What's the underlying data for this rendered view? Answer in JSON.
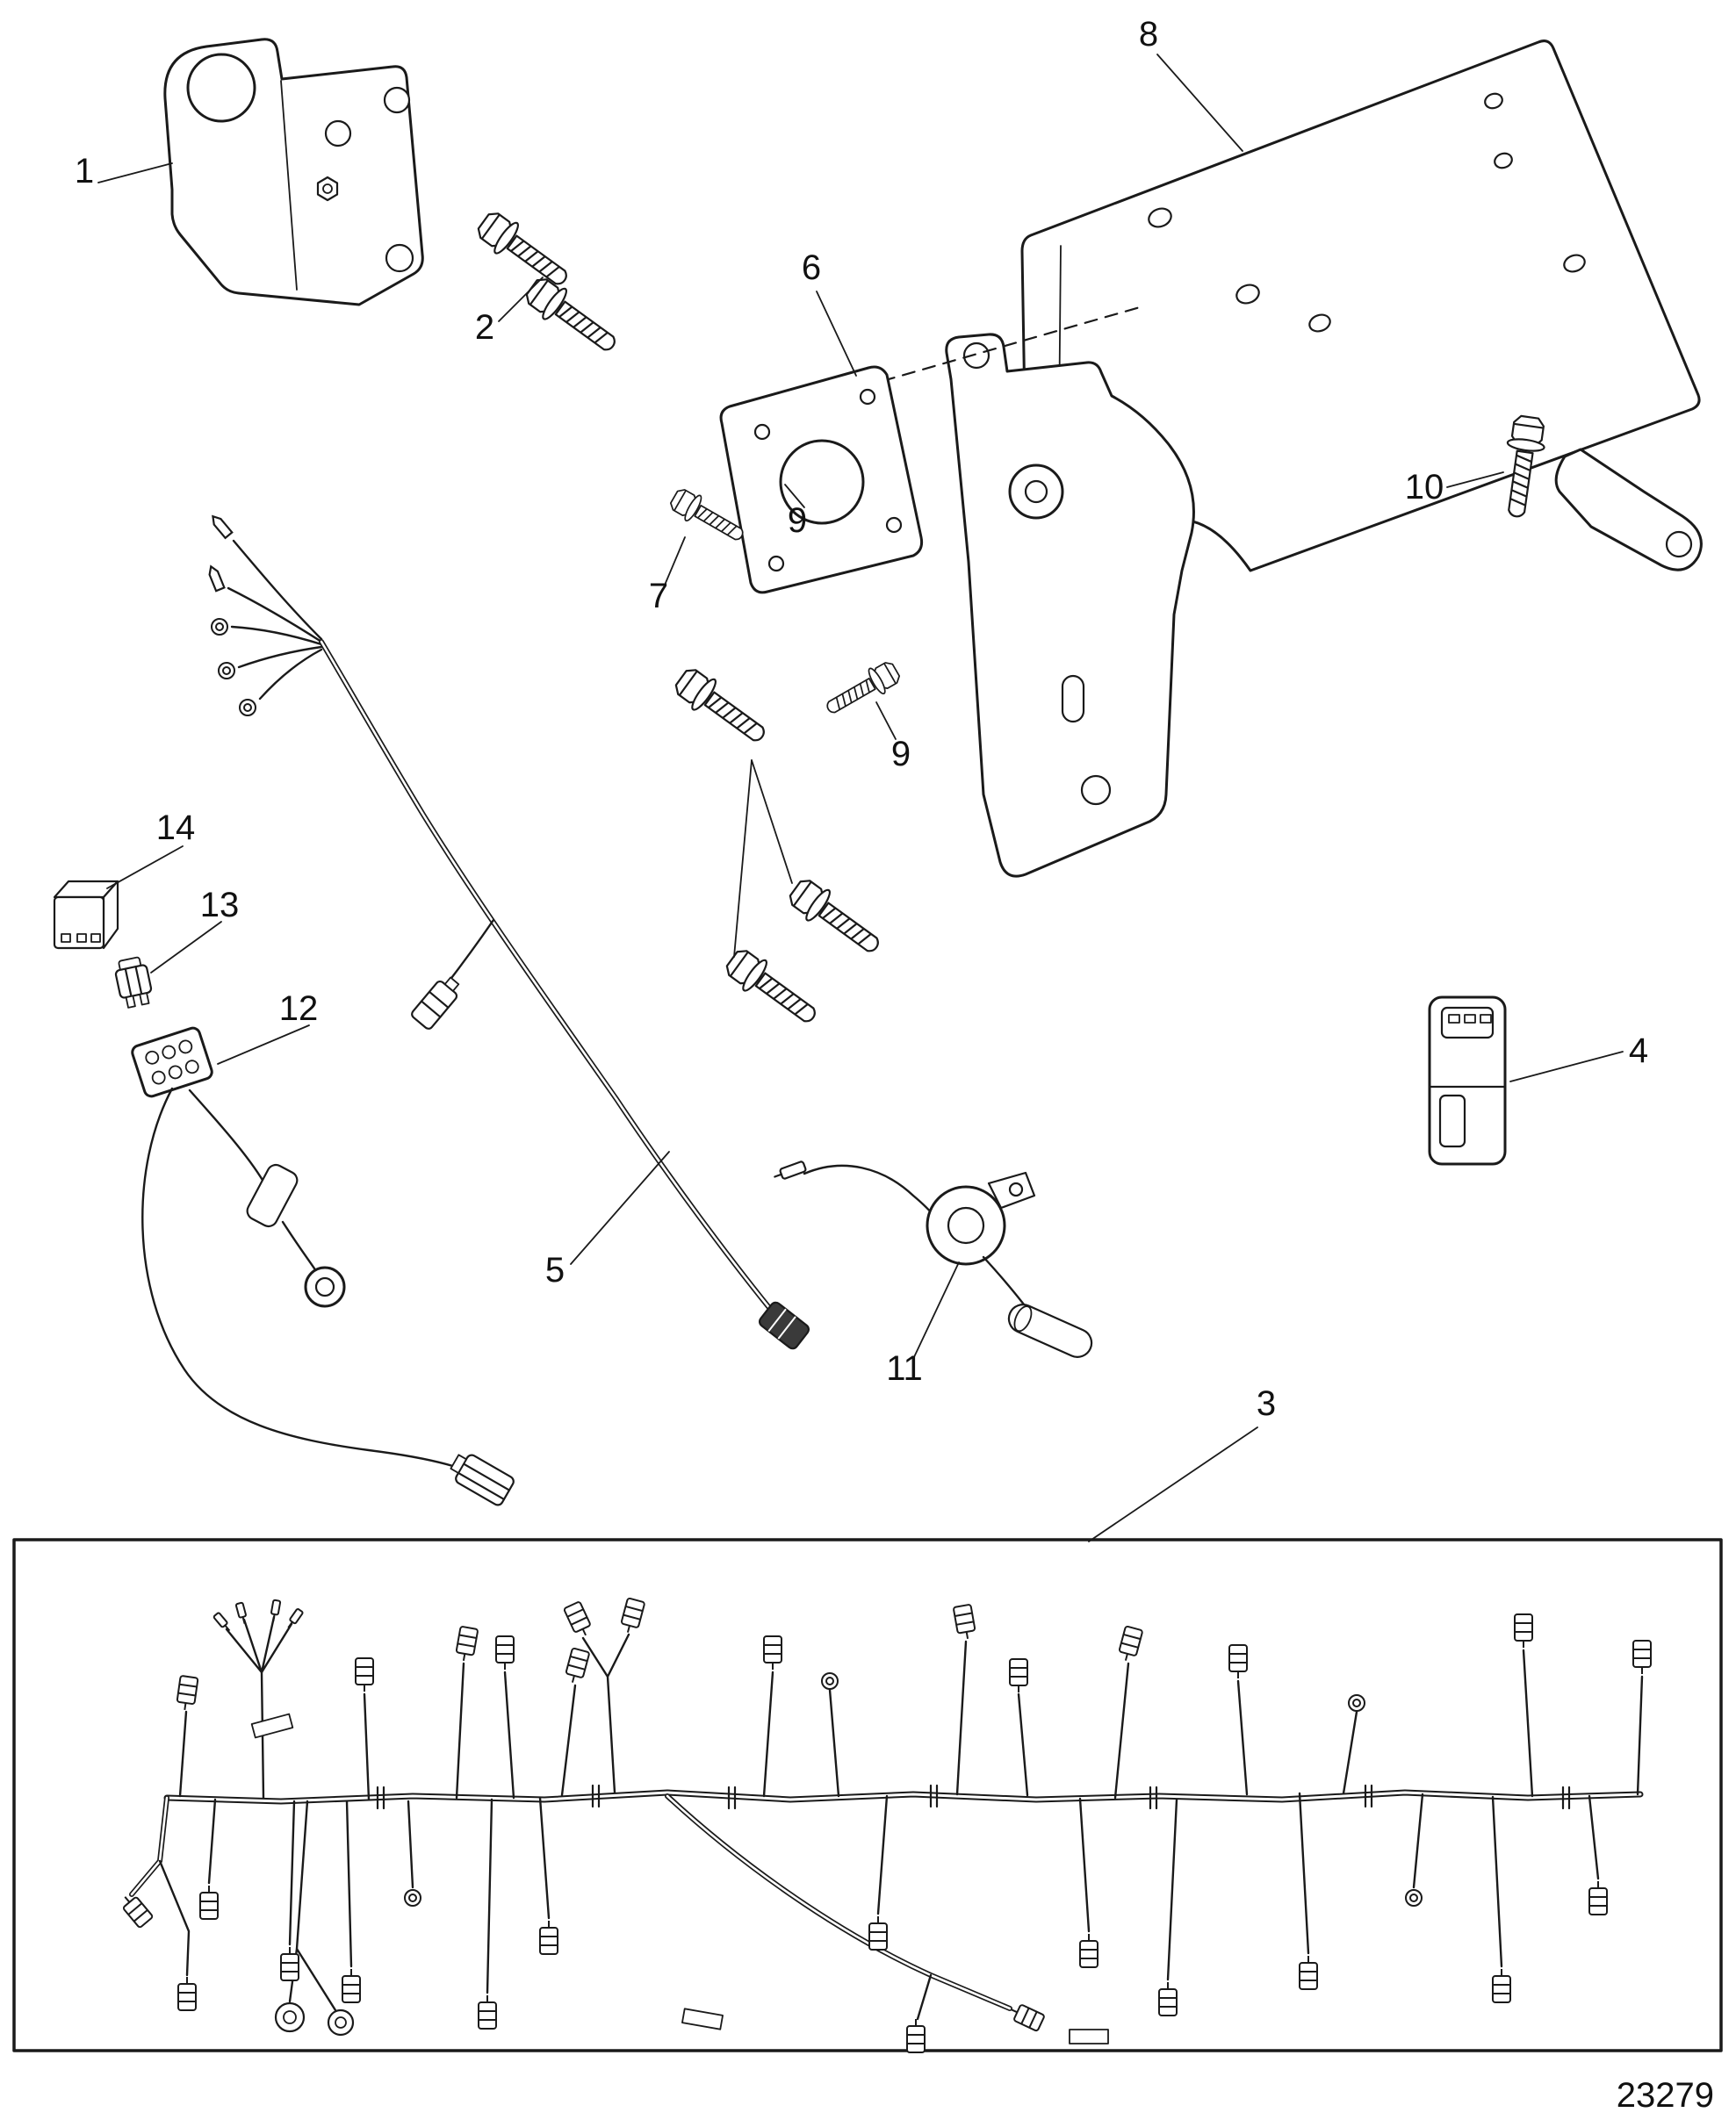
{
  "diagram": {
    "drawing_number": "23279",
    "callouts": {
      "c1": "1",
      "c2": "2",
      "c3": "3",
      "c4": "4",
      "c5": "5",
      "c6": "6",
      "c7": "7",
      "c8": "8",
      "c9a": "9",
      "c9b": "9",
      "c10": "10",
      "c11": "11",
      "c12": "12",
      "c13": "13",
      "c14": "14"
    }
  }
}
